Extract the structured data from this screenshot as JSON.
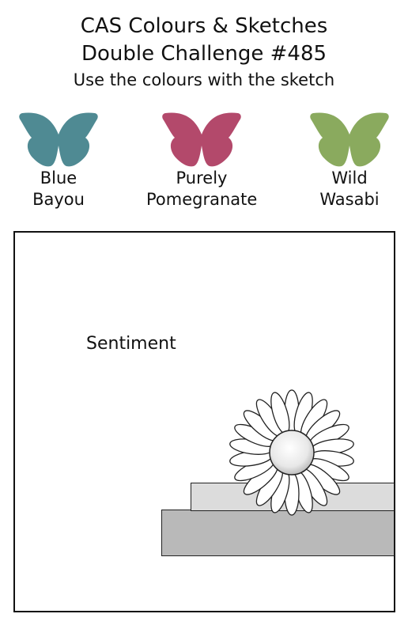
{
  "header": {
    "line1": "CAS Colours & Sketches",
    "line2": "Double Challenge #485",
    "line3": "Use the colours with the sketch"
  },
  "colours": [
    {
      "line1": "Blue",
      "line2": "Bayou",
      "hex": "#4f8a93",
      "icon": "butterfly-icon"
    },
    {
      "line1": "Purely",
      "line2": "Pomegranate",
      "hex": "#b3496b",
      "icon": "butterfly-icon"
    },
    {
      "line1": "Wild",
      "line2": "Wasabi",
      "hex": "#8aaa5e",
      "icon": "butterfly-icon"
    }
  ],
  "sketch": {
    "sentiment": "Sentiment",
    "layer_top_color": "#dcdcdc",
    "layer_bottom_color": "#b9b9b9"
  }
}
